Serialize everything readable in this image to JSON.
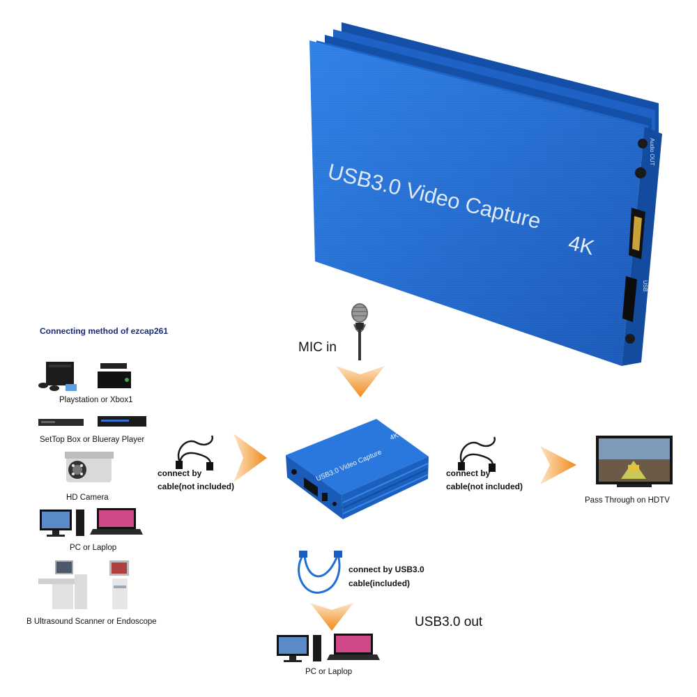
{
  "product": {
    "title": "USB3.0 Video Capture",
    "badge": "4K",
    "port_audio": "Audio OUT",
    "port_usb": "USB"
  },
  "colors": {
    "device_blue": "#1f67c9",
    "arrow_orange": "#f08a1c",
    "cable_blue": "#1e6fd8",
    "heading_blue": "#1a2a78"
  },
  "left_panel": {
    "heading": "Connecting method of ezcap261",
    "sources": [
      {
        "label": "Playstation or Xbox1"
      },
      {
        "label": "SetTop Box or Blueray Player"
      },
      {
        "label": "HD Camera"
      },
      {
        "label": "PC or Laplop"
      },
      {
        "label": "B Ultrasound Scanner or Endoscope"
      }
    ]
  },
  "mic": {
    "label": "MIC in"
  },
  "input_cable": {
    "line1": "connect by",
    "line2": "cable(not included)"
  },
  "output_cable": {
    "line1": "connect by",
    "line2": "cable(not included)"
  },
  "hdtv": {
    "label": "Pass Through on HDTV"
  },
  "usb_cable": {
    "line1": "connect by USB3.0",
    "line2": "cable(included)"
  },
  "usb_out": {
    "label": "USB3.0 out"
  },
  "pc_bottom": {
    "label": "PC or Laplop"
  }
}
